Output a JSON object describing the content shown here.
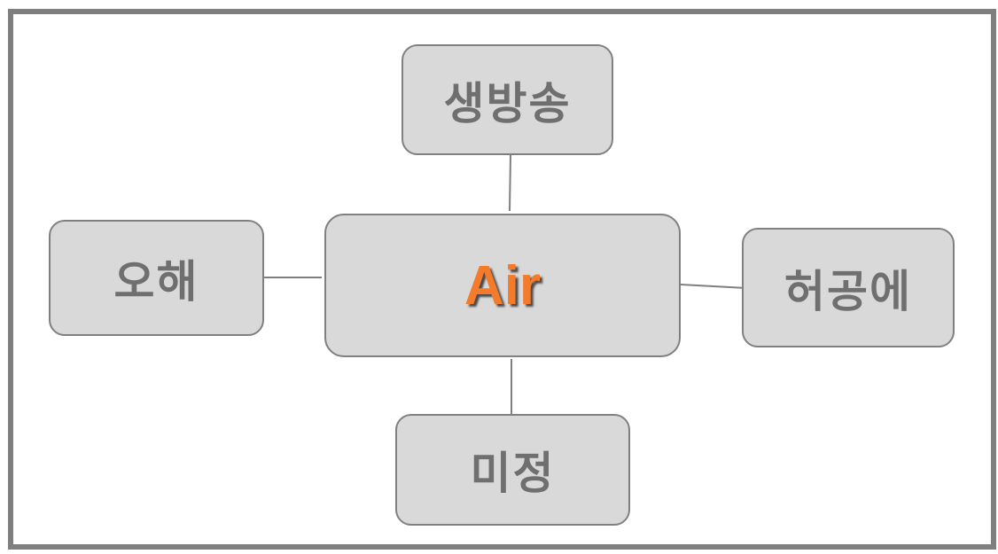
{
  "diagram": {
    "center": {
      "label": "Air",
      "color": "#f47b2b"
    },
    "nodes": {
      "top": "생방송",
      "left": "오해",
      "right": "허공에",
      "bottom": "미정"
    },
    "colors": {
      "node_fill": "#d9d9d9",
      "node_border": "#808080",
      "node_text": "#6f6f6f",
      "frame": "#7f7f7f",
      "connector": "#7f7f7f"
    }
  }
}
